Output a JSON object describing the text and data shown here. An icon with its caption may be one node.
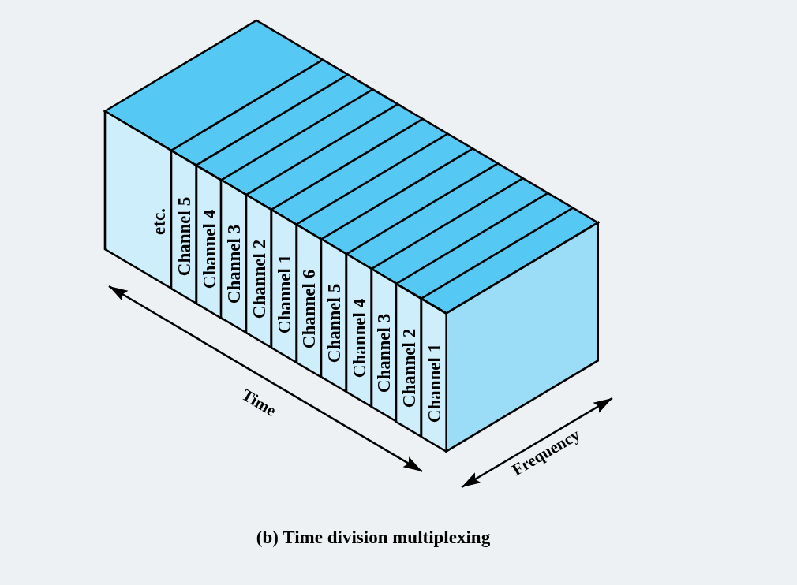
{
  "diagram": {
    "caption": "(b) Time division multiplexing",
    "nodes": [
      {
        "text": [
          "etc."
        ]
      },
      {
        "text": [
          "Channel 5"
        ]
      },
      {
        "text": [
          "Channel 4"
        ]
      },
      {
        "text": [
          "Channel 3"
        ]
      },
      {
        "text": [
          "Channel 2"
        ]
      },
      {
        "text": [
          "Channel 1"
        ]
      },
      {
        "text": [
          "Channel 6"
        ]
      },
      {
        "text": [
          "Channel 5"
        ]
      },
      {
        "text": [
          "Channel 4"
        ]
      },
      {
        "text": [
          "Channel 3"
        ]
      },
      {
        "text": [
          "Channel 2"
        ]
      },
      {
        "text": [
          "Channel 1"
        ]
      }
    ],
    "labels": [
      "Time",
      "Frequency"
    ]
  }
}
